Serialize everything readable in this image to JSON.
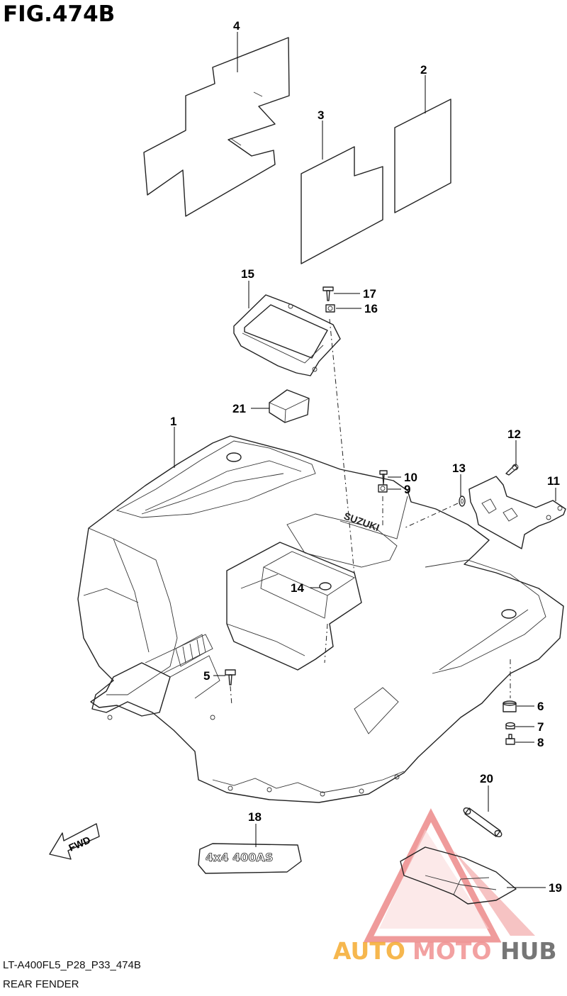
{
  "figure": {
    "title": "FIG.474B",
    "code": "LT-A400FL5_P28_P33_474B",
    "name": "REAR FENDER"
  },
  "callouts": [
    "1",
    "2",
    "3",
    "4",
    "5",
    "6",
    "7",
    "8",
    "9",
    "10",
    "11",
    "12",
    "13",
    "14",
    "15",
    "16",
    "17",
    "18",
    "19",
    "20",
    "21"
  ],
  "fwd_label": "FWD",
  "emblem_text": "4x4 400AS",
  "watermark": {
    "part1": "AUTO",
    "part2": "MOTO",
    "part3": "HUB",
    "color1": "#f5a623",
    "color2": "#f08a8a",
    "color3": "#555555"
  }
}
